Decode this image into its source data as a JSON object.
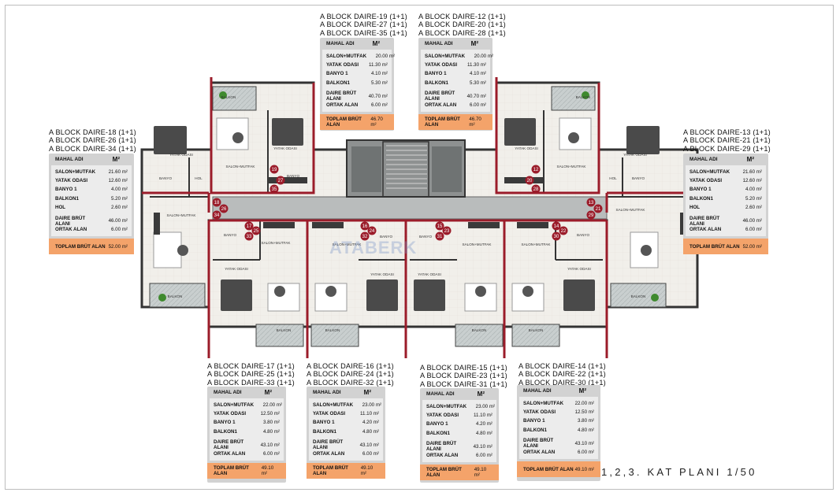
{
  "title": "1,2,3. KAT PLANI 1/50",
  "watermark": "ATABERK",
  "colors": {
    "wall_red": "#9b1c2a",
    "total_orange": "#f4a36a",
    "table_grey": "#d2d2d2"
  },
  "labels": {
    "mahal_adi": "MAHAL ADI",
    "m2": "M²",
    "salon_mutfak": "SALON+MUTFAK",
    "yatak_odasi": "YATAK ODASI",
    "banyo": "BANYO 1",
    "balkon": "BALKON1",
    "hol": "HOL",
    "daire_brut": "DAIRE BRÜT ALANI",
    "ortak_alan": "ORTAK ALAN",
    "toplam_brut": "TOPLAM BRÜT ALAN"
  },
  "room_labels": {
    "balkon": "BALKON",
    "yatak_odasi": "YATAK ODASI",
    "salon_mutfak": "SALON+MUTFAK",
    "banyo": "BANYO",
    "hol": "HOL"
  },
  "units": {
    "u18": {
      "header": [
        "A BLOCK DAIRE-18  (1+1)",
        "A BLOCK DAIRE-26  (1+1)",
        "A BLOCK DAIRE-34  (1+1)"
      ],
      "rows": [
        "21.60 m²",
        "12.60 m²",
        "4.00 m²",
        "5.20 m²",
        "2.60 m²"
      ],
      "brut": "46.00 m²",
      "ortak": "6.00 m²",
      "total": "52.00 m²"
    },
    "u19": {
      "header": [
        "A BLOCK DAIRE-19  (1+1)",
        "A BLOCK DAIRE-27  (1+1)",
        "A BLOCK DAIRE-35  (1+1)"
      ],
      "rows": [
        "20.00 m²",
        "11.30 m²",
        "4.10 m²",
        "5.30 m²"
      ],
      "brut": "40.70 m²",
      "ortak": "6.00 m²",
      "total": "46.70 m²"
    },
    "u12": {
      "header": [
        "A BLOCK DAIRE-12  (1+1)",
        "A BLOCK DAIRE-20  (1+1)",
        "A BLOCK DAIRE-28  (1+1)"
      ],
      "rows": [
        "20.00 m²",
        "11.30 m²",
        "4.10 m²",
        "5.30 m²"
      ],
      "brut": "40.70 m²",
      "ortak": "6.00 m²",
      "total": "46.70 m²"
    },
    "u13": {
      "header": [
        "A BLOCK DAIRE-13  (1+1)",
        "A BLOCK DAIRE-21  (1+1)",
        "A BLOCK DAIRE-29  (1+1)"
      ],
      "rows": [
        "21.60 m²",
        "12.60 m²",
        "4.00 m²",
        "5.20 m²",
        "2.60 m²"
      ],
      "brut": "46.00 m²",
      "ortak": "6.00 m²",
      "total": "52.00 m²"
    },
    "u17": {
      "header": [
        "A BLOCK DAIRE-17  (1+1)",
        "A BLOCK DAIRE-25  (1+1)",
        "A BLOCK DAIRE-33  (1+1)"
      ],
      "rows": [
        "22.00 m²",
        "12.50 m²",
        "3.80 m²",
        "4.80 m²"
      ],
      "brut": "43.10 m²",
      "ortak": "6.00 m²",
      "total": "49.10 m²"
    },
    "u16": {
      "header": [
        "A BLOCK DAIRE-16  (1+1)",
        "A BLOCK DAIRE-24  (1+1)",
        "A BLOCK DAIRE-32  (1+1)"
      ],
      "rows": [
        "23.00 m²",
        "11.10 m²",
        "4.20 m²",
        "4.80 m²"
      ],
      "brut": "43.10 m²",
      "ortak": "6.00 m²",
      "total": "49.10 m²"
    },
    "u15": {
      "header": [
        "A BLOCK DAIRE-15  (1+1)",
        "A BLOCK DAIRE-23  (1+1)",
        "A BLOCK DAIRE-31  (1+1)"
      ],
      "rows": [
        "23.00 m²",
        "11.10 m²",
        "4.20 m²",
        "4.80 m²"
      ],
      "brut": "43.10 m²",
      "ortak": "6.00 m²",
      "total": "49.10 m²"
    },
    "u14": {
      "header": [
        "A BLOCK DAIRE-14  (1+1)",
        "A BLOCK DAIRE-22  (1+1)",
        "A BLOCK DAIRE-30  (1+1)"
      ],
      "rows": [
        "22.00 m²",
        "12.50 m²",
        "3.80 m²",
        "4.80 m²"
      ],
      "brut": "43.10 m²",
      "ortak": "6.00 m²",
      "total": "49.10 m²"
    }
  },
  "door_numbers": {
    "top_left": [
      "19",
      "27",
      "35"
    ],
    "mid_left": [
      "18",
      "26",
      "34"
    ],
    "lower_left": [
      "17",
      "25",
      "33"
    ],
    "center_left": [
      "16",
      "24",
      "32"
    ],
    "center_right": [
      "15",
      "23",
      "31"
    ],
    "lower_right": [
      "14",
      "22",
      "30"
    ],
    "mid_right": [
      "13",
      "21",
      "29"
    ],
    "top_right": [
      "12",
      "20",
      "28"
    ]
  }
}
